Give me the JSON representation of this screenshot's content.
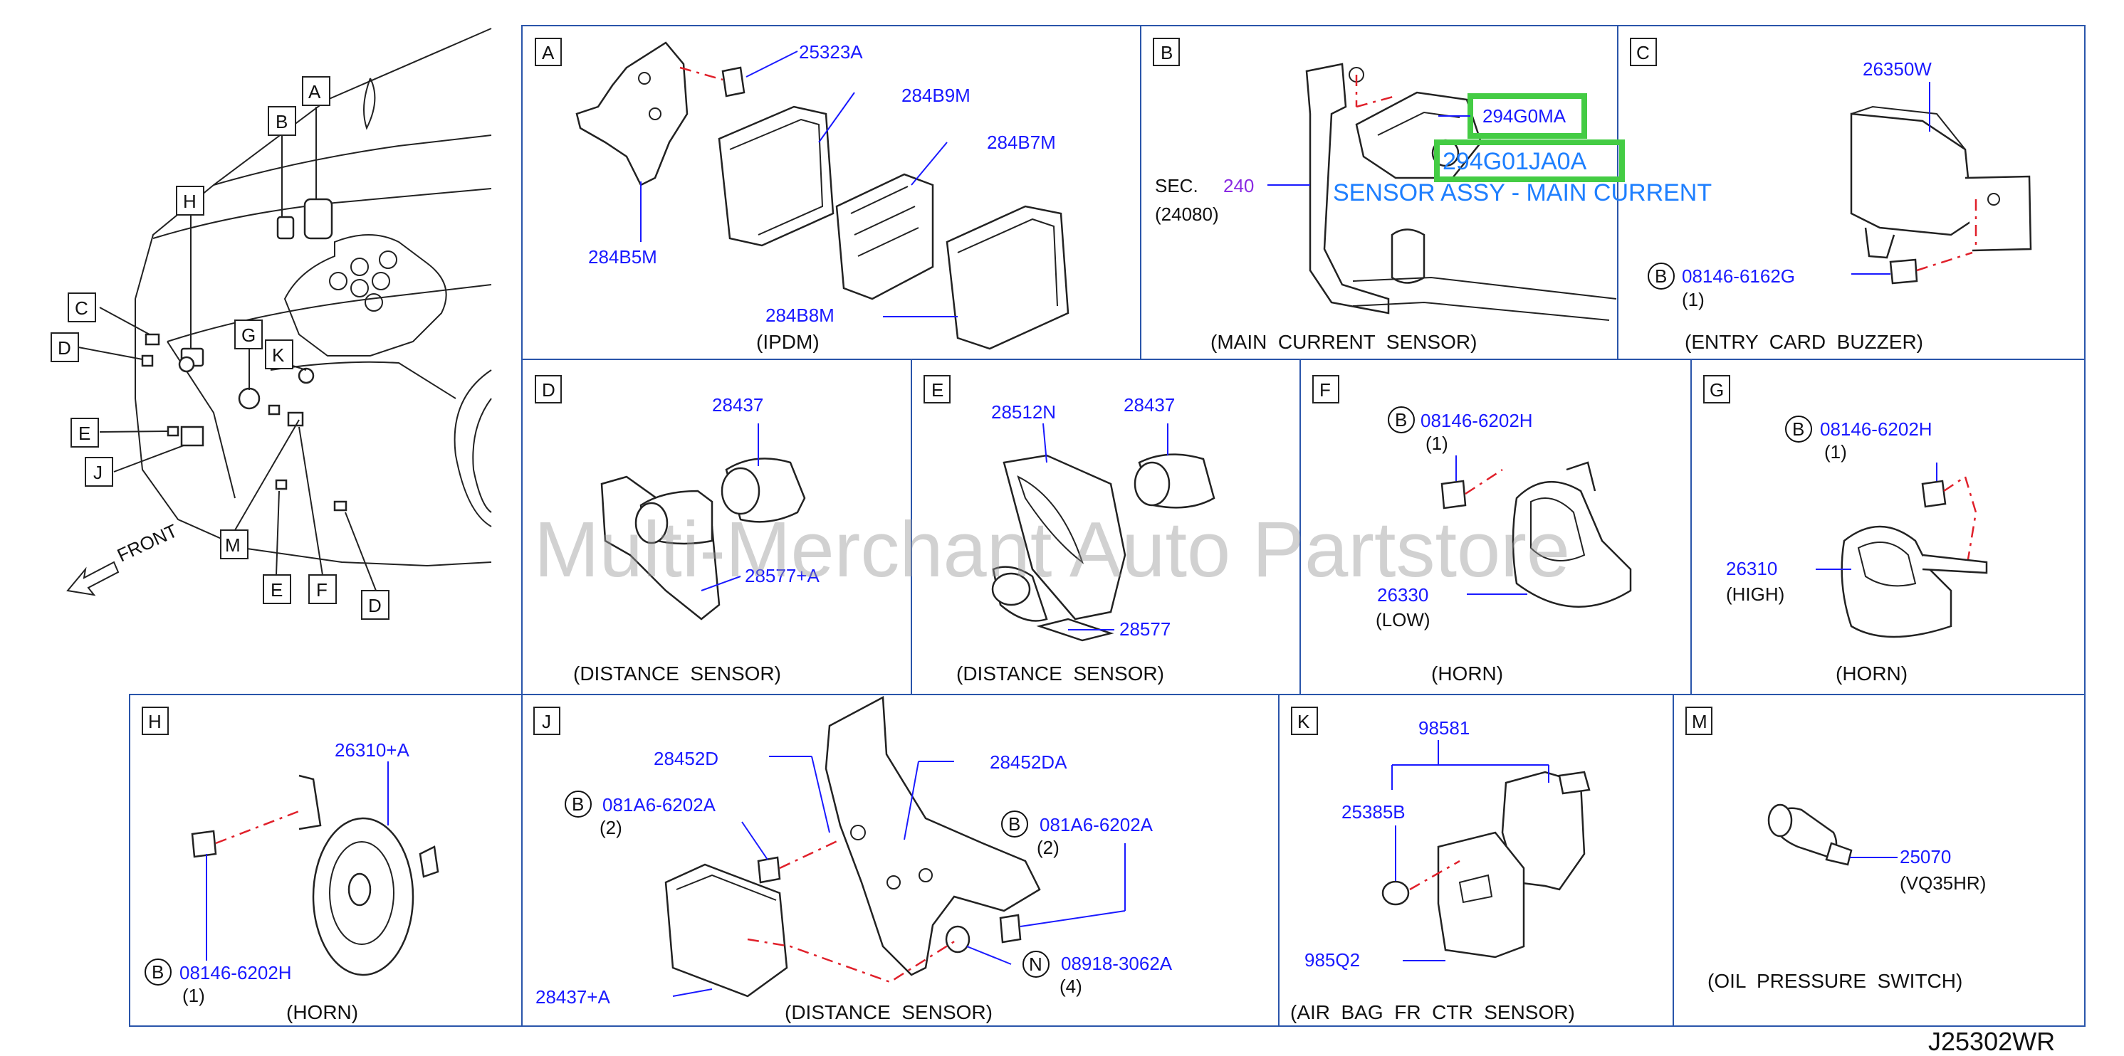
{
  "diagram_code": "J25302WR",
  "watermark": "Multi-Merchant Auto Partstore",
  "overview": {
    "labels": [
      "A",
      "B",
      "H",
      "C",
      "D",
      "G",
      "K",
      "E",
      "J",
      "M",
      "E",
      "F",
      "D"
    ],
    "front_label": "FRONT"
  },
  "panels": {
    "A": {
      "letter": "A",
      "caption": "(IPDM)",
      "parts": [
        "25323A",
        "284B9M",
        "284B7M",
        "284B5M",
        "284B8M"
      ]
    },
    "B": {
      "letter": "B",
      "caption": "(MAIN  CURRENT  SENSOR)",
      "sec_label": "SEC.",
      "sec_num": "240",
      "sec_ref": "(24080)",
      "parts": [
        "294G0MA",
        "294G01JA0A"
      ],
      "highlight_text": "SENSOR ASSY - MAIN CURRENT"
    },
    "C": {
      "letter": "C",
      "caption": "(ENTRY  CARD  BUZZER)",
      "parts": [
        "26350W",
        "08146-6162G"
      ],
      "qty": "(1)",
      "bolt_badge": "B"
    },
    "D": {
      "letter": "D",
      "caption": "(DISTANCE  SENSOR)",
      "parts": [
        "28437",
        "28577+A"
      ]
    },
    "E": {
      "letter": "E",
      "caption": "(DISTANCE  SENSOR)",
      "parts": [
        "28512N",
        "28437",
        "28577"
      ]
    },
    "F": {
      "letter": "F",
      "caption": "(HORN)",
      "parts": [
        "08146-6202H",
        "26330"
      ],
      "qty": "(1)",
      "note": "(LOW)",
      "bolt_badge": "B"
    },
    "G": {
      "letter": "G",
      "caption": "(HORN)",
      "parts": [
        "08146-6202H",
        "26310"
      ],
      "qty": "(1)",
      "note": "(HIGH)",
      "bolt_badge": "B"
    },
    "H": {
      "letter": "H",
      "caption": "(HORN)",
      "parts": [
        "26310+A",
        "08146-6202H"
      ],
      "qty": "(1)",
      "bolt_badge": "B"
    },
    "J": {
      "letter": "J",
      "caption": "(DISTANCE  SENSOR)",
      "parts": [
        "28452D",
        "28452DA",
        "081A6-6202A",
        "081A6-6202A",
        "08918-3062A",
        "28437+A"
      ],
      "qty1": "(2)",
      "qty2": "(2)",
      "qty3": "(4)",
      "bolt_badge": "B",
      "nut_badge": "N"
    },
    "K": {
      "letter": "K",
      "caption": "(AIR  BAG  FR  CTR  SENSOR)",
      "parts": [
        "98581",
        "25385B",
        "985Q2"
      ]
    },
    "M": {
      "letter": "M",
      "caption": "(OIL  PRESSURE  SWITCH)",
      "parts": [
        "25070"
      ],
      "note": "(VQ35HR)"
    }
  },
  "colors": {
    "part_number": "#1a1aff",
    "frame": "#2a55aa",
    "highlight": "#44cc44",
    "leader_red": "#e0202a",
    "section": "#8a2be2"
  }
}
